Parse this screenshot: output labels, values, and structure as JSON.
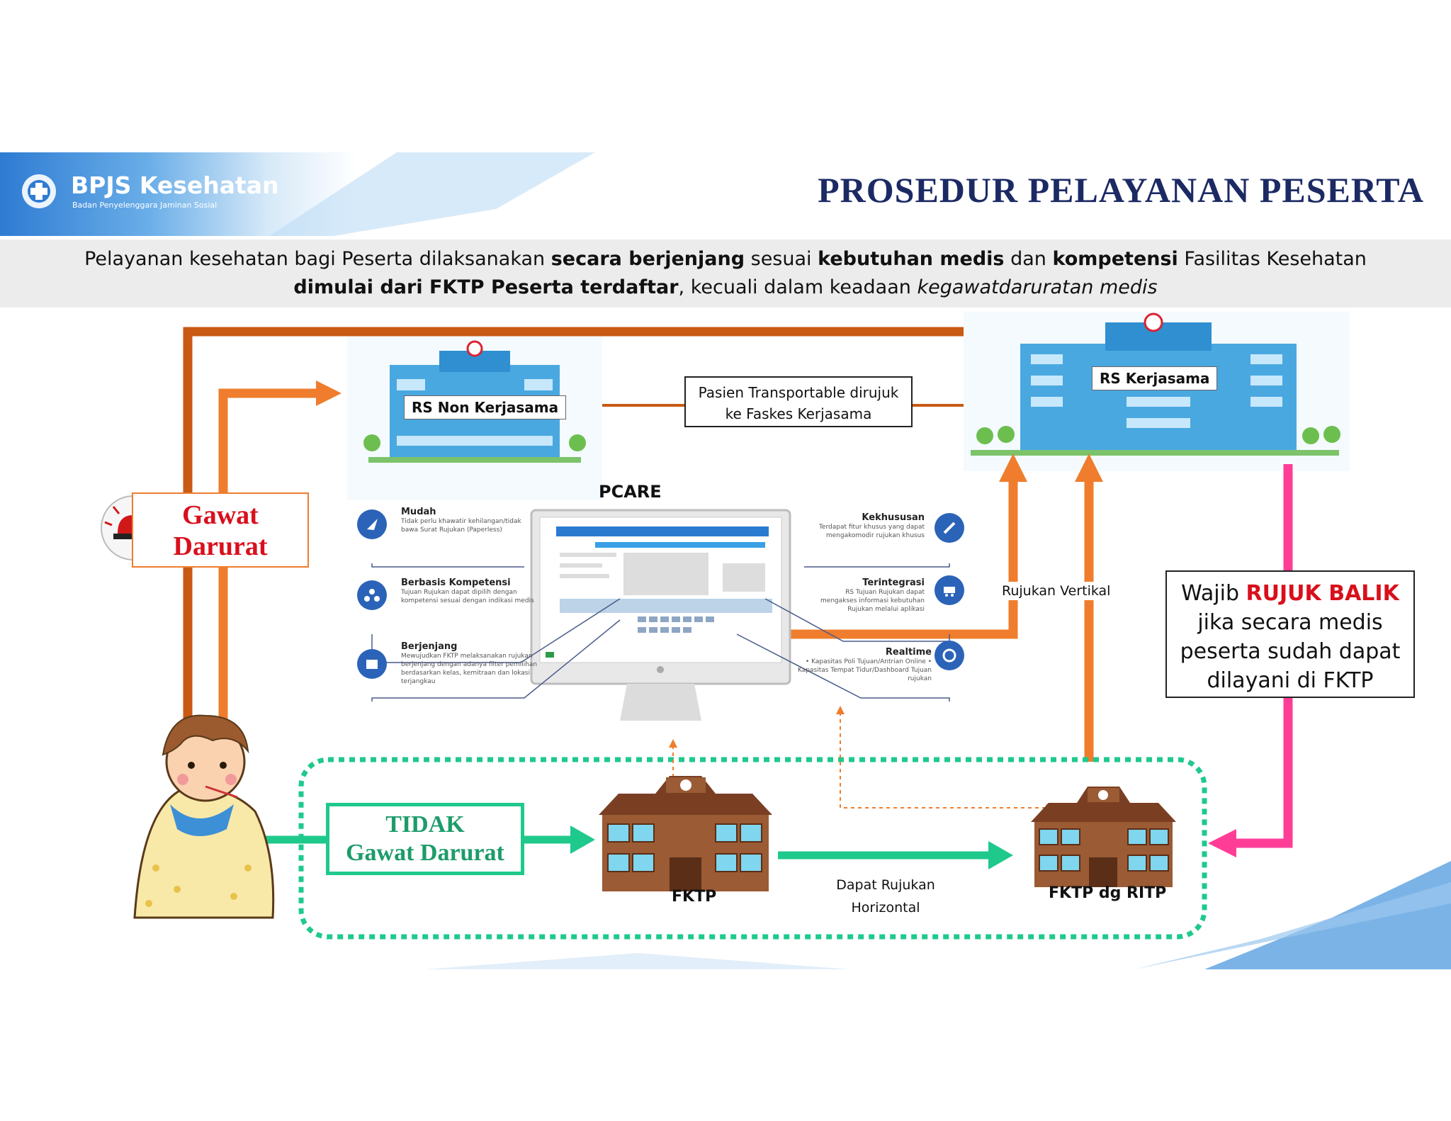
{
  "header": {
    "logo_name": "BPJS Kesehatan",
    "logo_tagline": "Badan Penyelenggara Jaminan Sosial",
    "title": "PROSEDUR PELAYANAN PESERTA"
  },
  "intro": {
    "line1_a": "Pelayanan kesehatan bagi Peserta dilaksanakan ",
    "line1_b": "secara berjenjang",
    "line1_c": " sesuai ",
    "line1_d": "kebutuhan medis",
    "line1_e": " dan ",
    "line1_f": "kompetensi",
    "line1_g": " Fasilitas Kesehatan",
    "line2_a": "dimulai dari FKTP Peserta terdaftar",
    "line2_b": ", kecuali dalam keadaan ",
    "line2_c": "kegawatdaruratan medis"
  },
  "nodes": {
    "rs_non": "RS Non Kerjasama",
    "rs_kerja": "RS Kerjasama",
    "transport_note": "Pasien Transportable dirujuk ke Faskes Kerjasama",
    "gawat_1": "Gawat",
    "gawat_2": "Darurat",
    "tidak_1": "TIDAK",
    "tidak_2": "Gawat Darurat",
    "fktp": "FKTP",
    "fktp_ritp": "FKTP dg RITP",
    "horizontal": "Dapat Rujukan Horizontal",
    "vertikal": "Rujukan Vertikal",
    "rujuk_a": "Wajib ",
    "rujuk_b": "RUJUK BALIK",
    "rujuk_c": "jika secara medis peserta sudah dapat dilayani di FKTP"
  },
  "pcare": {
    "title": "PCARE",
    "left": [
      {
        "title": "Mudah",
        "desc": "Tidak perlu khawatir kehilangan/tidak bawa Surat Rujukan (Paperless)"
      },
      {
        "title": "Berbasis Kompetensi",
        "desc": "Tujuan Rujukan dapat dipilih dengan kompetensi sesuai dengan indikasi medis"
      },
      {
        "title": "Berjenjang",
        "desc": "Mewujudkan FKTP melaksanakan rujukan berjenjang dengan adanya filter pemilihan berdasarkan kelas, kemitraan dan lokasi terjangkau"
      }
    ],
    "right": [
      {
        "title": "Kekhususan",
        "desc": "Terdapat fitur khusus yang dapat mengakomodir rujukan khusus"
      },
      {
        "title": "Terintegrasi",
        "desc": "RS Tujuan Rujukan dapat mengakses informasi kebutuhan Rujukan melalui aplikasi"
      },
      {
        "title": "Realtime",
        "desc": "• Kapasitas Poli Tujuan/Antrian Online • Kapasitas Tempat Tidur/Dashboard Tujuan rujukan"
      }
    ]
  },
  "colors": {
    "arrow_dark": "#c85a14",
    "arrow_light": "#ef7d2d",
    "green": "#1fc98c",
    "pink": "#ff3d96",
    "navy": "#1c2a64",
    "red": "#d8101c"
  }
}
